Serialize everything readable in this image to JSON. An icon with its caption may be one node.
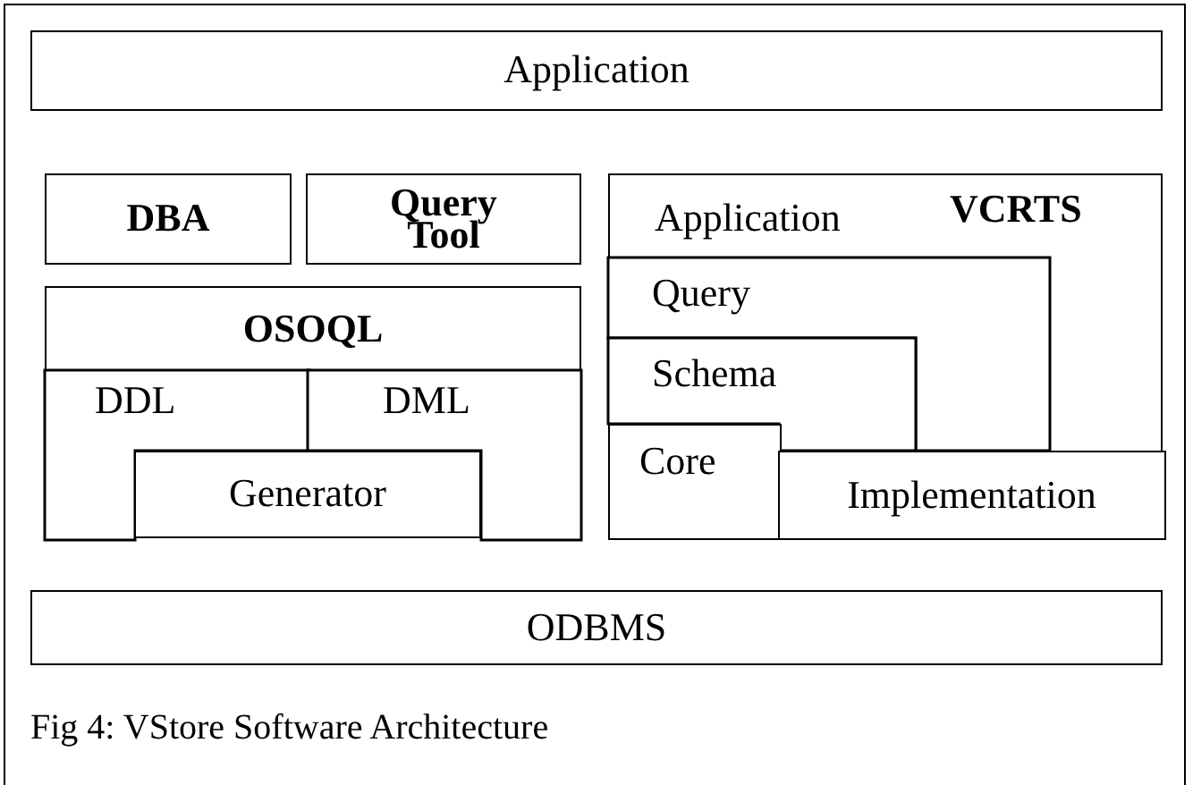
{
  "diagram": {
    "caption": "Fig 4: VStore Software Architecture",
    "nodes": [
      {
        "text": [
          "Application"
        ]
      },
      {
        "text": [
          "DBA"
        ]
      },
      {
        "text": [
          "Query Tool"
        ]
      },
      {
        "text": [
          "OSOQL"
        ]
      },
      {
        "text": [
          "DDL"
        ]
      },
      {
        "text": [
          "DML"
        ]
      },
      {
        "text": [
          "Generator"
        ]
      },
      {
        "text": [
          "Application",
          "VCRTS"
        ]
      },
      {
        "text": [
          "Query"
        ],
        "in": 7
      },
      {
        "text": [
          "Schema"
        ],
        "in": 7
      },
      {
        "text": [
          "Core"
        ],
        "in": 7
      },
      {
        "text": [
          "Implementation"
        ],
        "in": 7
      },
      {
        "text": [
          "ODBMS"
        ]
      }
    ]
  }
}
